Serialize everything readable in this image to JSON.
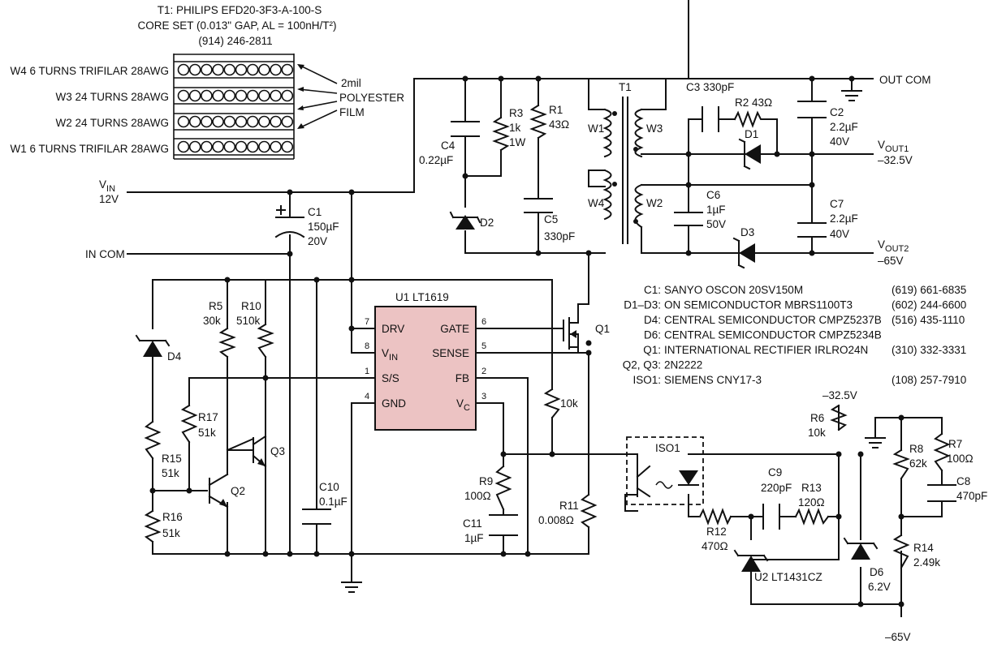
{
  "transformer_note": {
    "line1": "T1: PHILIPS EFD20-3F3-A-100-S",
    "line2": "CORE SET (0.013\" GAP, AL = 100nH/T²)",
    "line3": "(914) 246-2811",
    "windings": [
      "W4 6 TURNS TRIFILAR 28AWG",
      "W3 24 TURNS 28AWG",
      "W2 24 TURNS 28AWG",
      "W1 6 TURNS TRIFILAR 28AWG"
    ],
    "film": [
      "2mil",
      "POLYESTER",
      "FILM"
    ]
  },
  "nets": {
    "vin": "V",
    "vin_sub": "IN",
    "vin_val": "12V",
    "incom": "IN COM",
    "outcom": "OUT COM",
    "vout1": "V",
    "vout1_sub": "OUT1",
    "vout1_val": "–32.5V",
    "vout2": "V",
    "vout2_sub": "OUT2",
    "vout2_val": "–65V",
    "n325": "–32.5V",
    "n65": "–65V"
  },
  "ic": {
    "title": "U1  LT1619",
    "color": "#ecc3c3",
    "pin_drv": "DRV",
    "pin_vin": "V",
    "pin_vin_sub": "IN",
    "pin_ss": "S/S",
    "pin_gnd": "GND",
    "pin_gate": "GATE",
    "pin_sense": "SENSE",
    "pin_fb": "FB",
    "pin_vc": "V",
    "pin_vc_sub": "C",
    "n7": "7",
    "n8": "8",
    "n1": "1",
    "n4": "4",
    "n6": "6",
    "n5": "5",
    "n2": "2",
    "n3": "3"
  },
  "components": {
    "T1": "T1",
    "W1": "W1",
    "W3": "W3",
    "W4": "W4",
    "W2": "W2",
    "C1": "C1",
    "C1v": "150µF",
    "C1r": "20V",
    "C2": "C2",
    "C2v": "2.2µF",
    "C2r": "40V",
    "C3": "C3  330pF",
    "C4": "C4",
    "C4v": "0.22µF",
    "C5": "C5",
    "C5v": "330pF",
    "C6": "C6",
    "C6v": "1µF",
    "C6r": "50V",
    "C7": "C7",
    "C7v": "2.2µF",
    "C7r": "40V",
    "C8": "C8",
    "C8v": "470pF",
    "C9": "C9",
    "C9v": "220pF",
    "C10": "C10",
    "C10v": "0.1µF",
    "C11": "C11",
    "C11v": "1µF",
    "R1": "R1",
    "R1v": "43Ω",
    "R2": "R2  43Ω",
    "R3": "R3",
    "R3v": "1k",
    "R3w": "1W",
    "R5": "R5",
    "R5v": "30k",
    "R6": "R6",
    "R6v": "10k",
    "R7": "R7",
    "R7v": "100Ω",
    "R8": "R8",
    "R8v": "62k",
    "R9": "R9",
    "R9v": "100Ω",
    "R10": "R10",
    "R10v": "510k",
    "R11": "R11",
    "R11v": "0.008Ω",
    "R12": "R12",
    "R12v": "470Ω",
    "R13": "R13",
    "R13v": "120Ω",
    "R14": "R14",
    "R14v": "2.49k",
    "R15": "R15",
    "R15v": "51k",
    "R16": "R16",
    "R16v": "51k",
    "R17": "R17",
    "R17v": "51k",
    "R10k": "10k",
    "D1": "D1",
    "D2": "D2",
    "D3": "D3",
    "D4": "D4",
    "D6": "D6",
    "D6v": "6.2V",
    "Q1": "Q1",
    "Q2": "Q2",
    "Q3": "Q3",
    "ISO1": "ISO1",
    "U2": "U2  LT1431CZ"
  },
  "bom": [
    {
      "ref": "C1:",
      "desc": "SANYO OSCON 20SV150M",
      "phone": "(619) 661-6835"
    },
    {
      "ref": "D1–D3:",
      "desc": "ON SEMICONDUCTOR MBRS1100T3",
      "phone": "(602) 244-6600"
    },
    {
      "ref": "D4:",
      "desc": "CENTRAL SEMICONDUCTOR CMPZ5237B",
      "phone": "(516) 435-1110"
    },
    {
      "ref": "D6:",
      "desc": "CENTRAL SEMICONDUCTOR CMPZ5234B",
      "phone": ""
    },
    {
      "ref": "Q1:",
      "desc": "INTERNATIONAL RECTIFIER IRLRO24N",
      "phone": "(310) 332-3331"
    },
    {
      "ref": "Q2, Q3:",
      "desc": "2N2222",
      "phone": ""
    },
    {
      "ref": "ISO1:",
      "desc": "SIEMENS CNY17-3",
      "phone": "(108) 257-7910"
    }
  ]
}
